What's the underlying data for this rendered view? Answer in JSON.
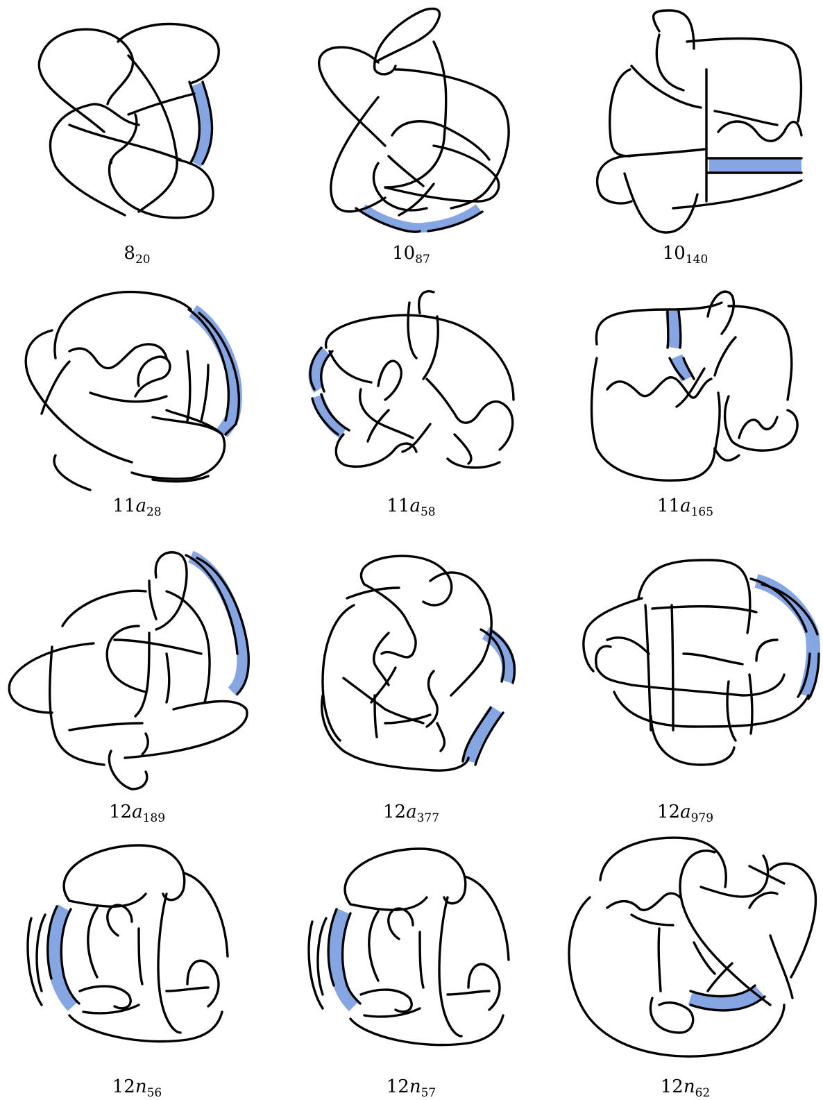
{
  "figure": {
    "band_color": "#85a6e3",
    "ink_color": "#000000",
    "knots": [
      {
        "base": "8",
        "letter": "",
        "index": "20"
      },
      {
        "base": "10",
        "letter": "",
        "index": "87"
      },
      {
        "base": "10",
        "letter": "",
        "index": "140"
      },
      {
        "base": "11",
        "letter": "a",
        "index": "28"
      },
      {
        "base": "11",
        "letter": "a",
        "index": "58"
      },
      {
        "base": "11",
        "letter": "a",
        "index": "165"
      },
      {
        "base": "12",
        "letter": "a",
        "index": "189"
      },
      {
        "base": "12",
        "letter": "a",
        "index": "377"
      },
      {
        "base": "12",
        "letter": "a",
        "index": "979"
      },
      {
        "base": "12",
        "letter": "n",
        "index": "56"
      },
      {
        "base": "12",
        "letter": "n",
        "index": "57"
      },
      {
        "base": "12",
        "letter": "n",
        "index": "62"
      }
    ]
  }
}
